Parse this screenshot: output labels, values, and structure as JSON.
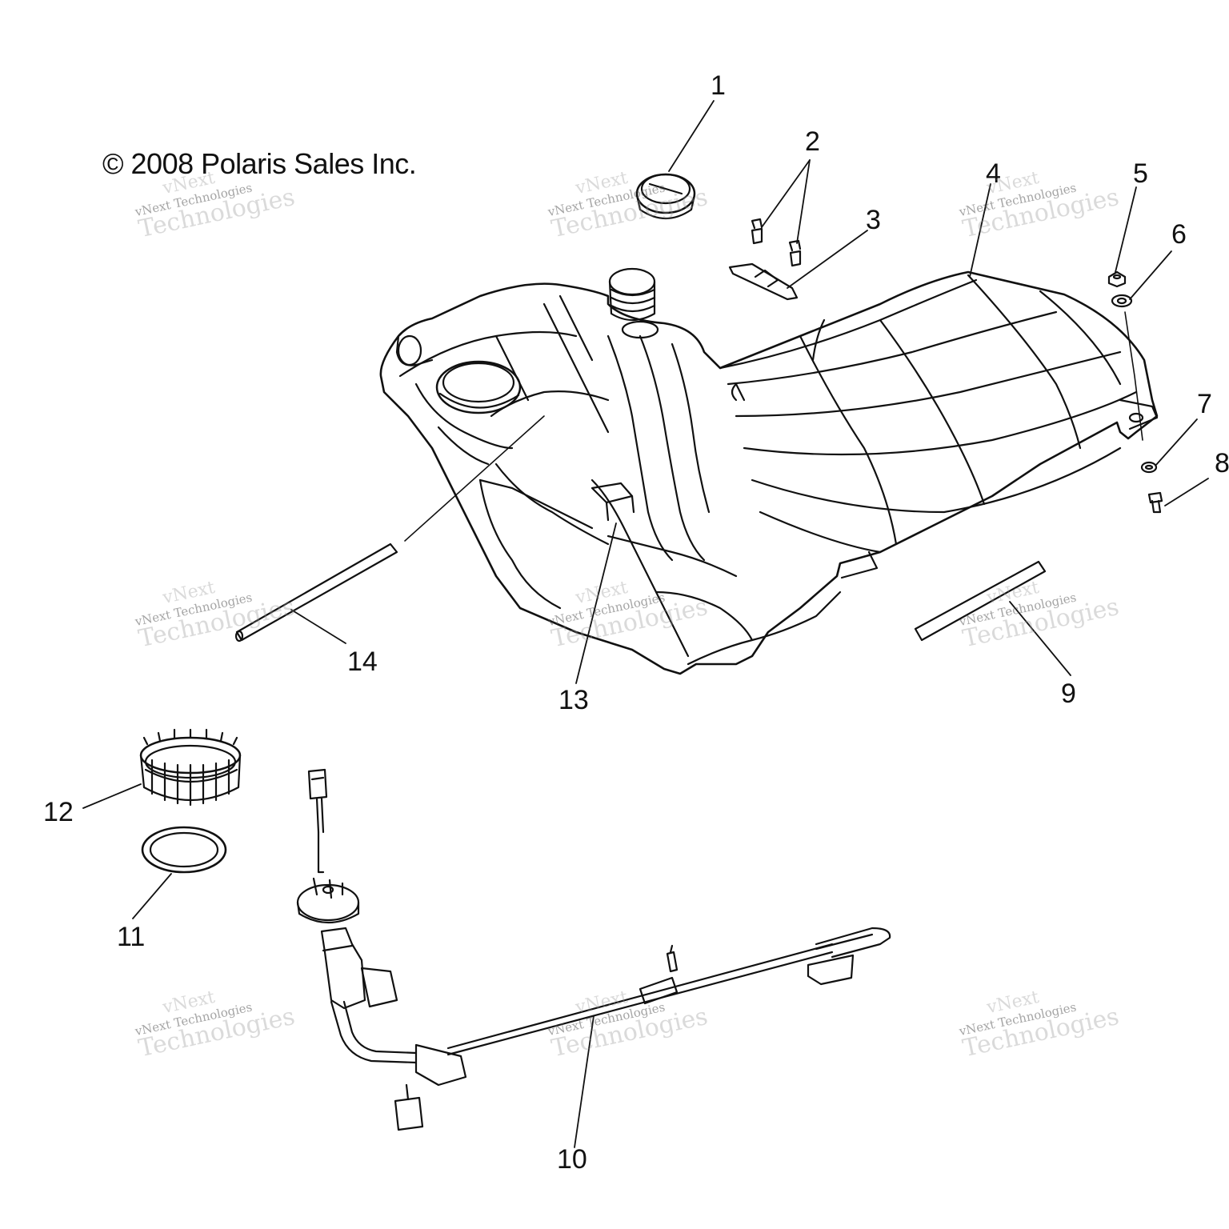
{
  "copyright": "© 2008 Polaris Sales Inc.",
  "watermark": {
    "line1": "vNext",
    "line2": "vNext Technologies",
    "line3": "Technologies"
  },
  "callouts": [
    "1",
    "2",
    "3",
    "4",
    "5",
    "6",
    "7",
    "8",
    "9",
    "10",
    "11",
    "12",
    "13",
    "14"
  ],
  "colors": {
    "line": "#111111",
    "watermark": "#9a9a9a",
    "background": "#ffffff"
  }
}
